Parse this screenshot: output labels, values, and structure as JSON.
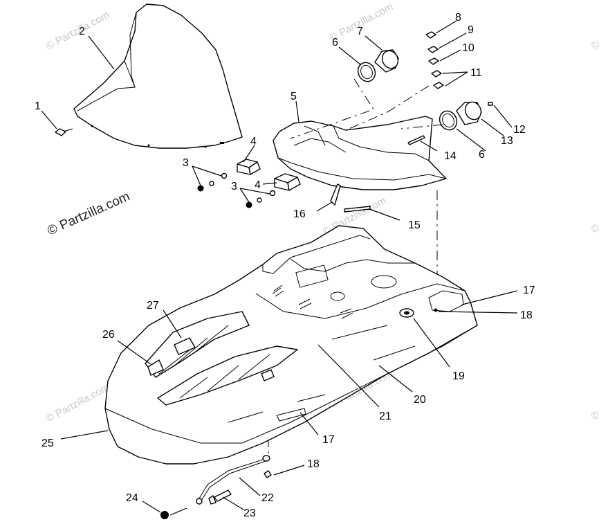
{
  "watermark": {
    "main": "© Partzilla.com",
    "faint": "© Partzilla.com",
    "corner": "©"
  },
  "callouts": [
    "1",
    "2",
    "3",
    "3",
    "4",
    "4",
    "5",
    "6",
    "6",
    "7",
    "8",
    "9",
    "10",
    "11",
    "12",
    "13",
    "14",
    "15",
    "16",
    "17",
    "17",
    "18",
    "18",
    "19",
    "20",
    "21",
    "22",
    "23",
    "24",
    "25",
    "26",
    "27"
  ],
  "colors": {
    "ink": "#000000",
    "paper": "#ffffff",
    "watermark": "#c8c8c8"
  }
}
